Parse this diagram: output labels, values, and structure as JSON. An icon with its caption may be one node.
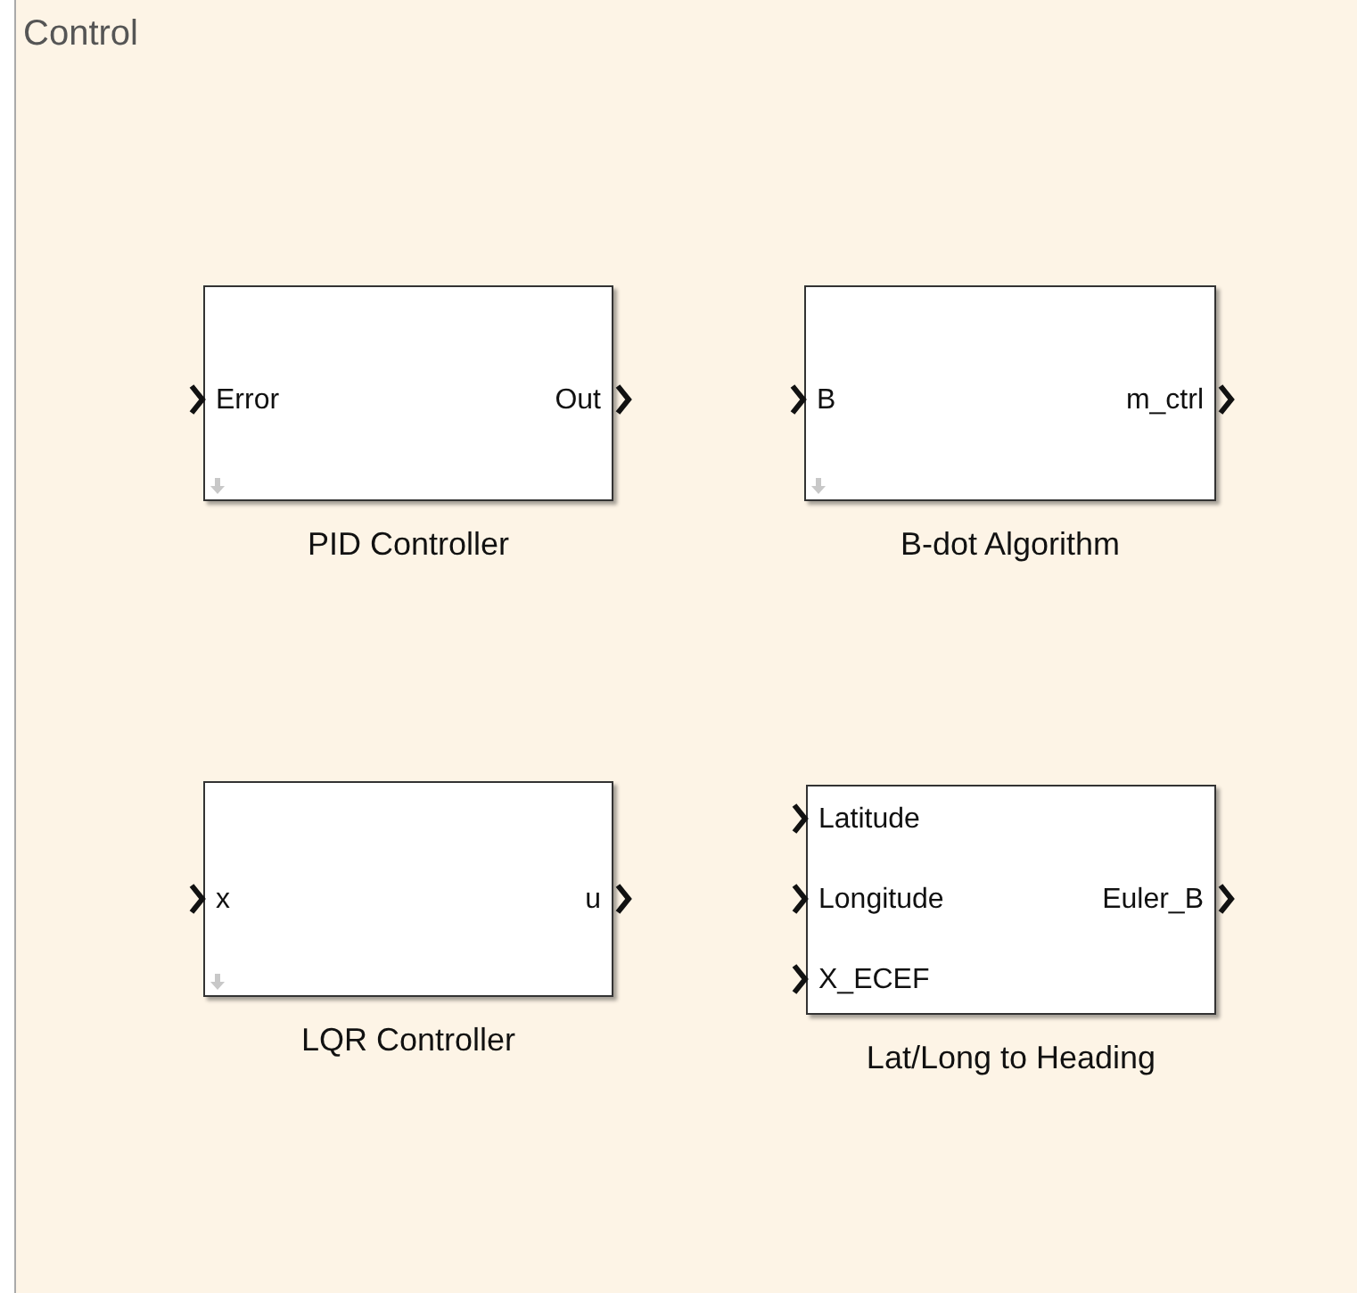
{
  "diagram": {
    "nodes": [
      {
        "text": [
          "Control"
        ]
      },
      {
        "text": [
          "Error",
          "Out"
        ],
        "in": 0,
        "beside": [
          "PID Controller"
        ]
      },
      {
        "text": [
          "B",
          "m_ctrl"
        ],
        "in": 0,
        "beside": [
          "B-dot Algorithm"
        ]
      },
      {
        "text": [
          "x",
          "u"
        ],
        "in": 0,
        "beside": [
          "LQR Controller"
        ]
      },
      {
        "text": [
          "Latitude",
          "Longitude",
          "X_ECEF",
          "Euler_B"
        ],
        "in": 0,
        "beside": [
          "Lat/Long to Heading"
        ]
      }
    ]
  }
}
